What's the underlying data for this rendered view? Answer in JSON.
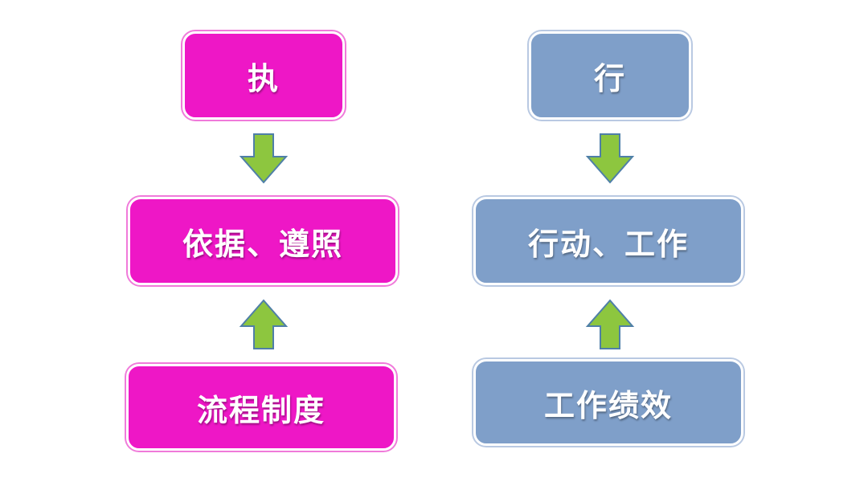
{
  "left_column": {
    "top": "执",
    "middle": "依据、遵照",
    "bottom": "流程制度"
  },
  "right_column": {
    "top": "行",
    "middle": "行动、工作",
    "bottom": "工作绩效"
  },
  "colors": {
    "pink_fill": "#ee17c6",
    "pink_border": "#f07ada",
    "blue_fill": "#7f9fc9",
    "blue_border": "#b9c9e2",
    "arrow_fill": "#8dc63f",
    "arrow_stroke": "#4f7fa8"
  }
}
